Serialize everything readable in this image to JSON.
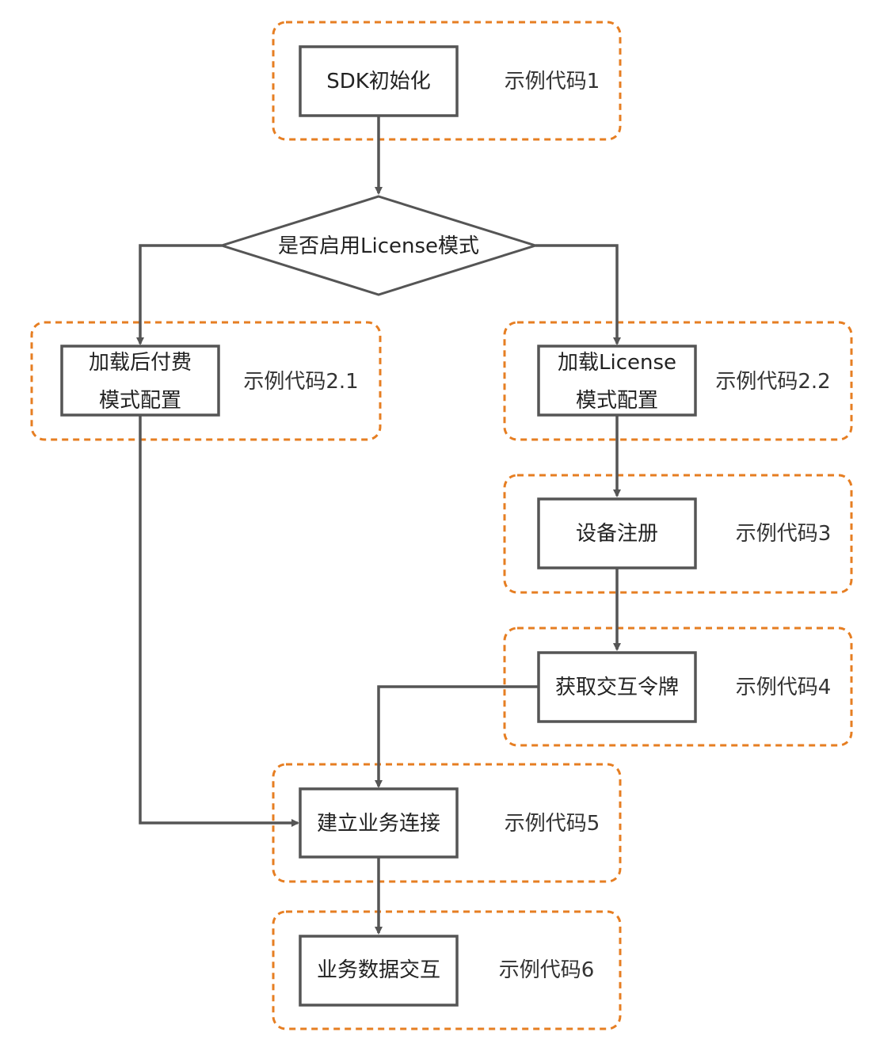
{
  "nodes": {
    "sdk_init": "SDK初始化",
    "decision": "是否启用License模式",
    "postpaid_line1": "加载后付费",
    "postpaid_line2": "模式配置",
    "license_line1": "加载License",
    "license_line2": "模式配置",
    "device_register": "设备注册",
    "get_token": "获取交互令牌",
    "connect": "建立业务连接",
    "data_exchange": "业务数据交互"
  },
  "code_labels": {
    "c1": "示例代码1",
    "c21": "示例代码2.1",
    "c22": "示例代码2.2",
    "c3": "示例代码3",
    "c4": "示例代码4",
    "c5": "示例代码5",
    "c6": "示例代码6"
  },
  "colors": {
    "group_border": "#e67e22",
    "node_border": "#555555",
    "text": "#222222"
  }
}
